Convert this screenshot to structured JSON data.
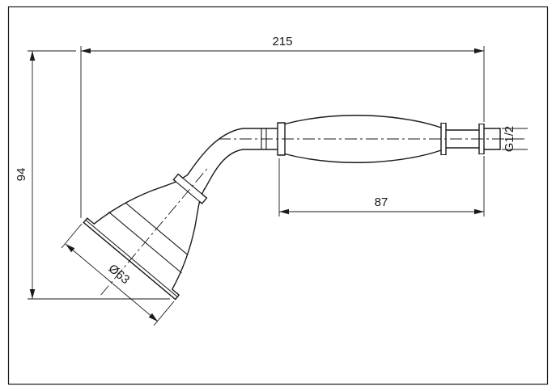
{
  "meta": {
    "title": "Hand shower technical drawing",
    "view": "side view",
    "colors": {
      "line": "#1a1a1a",
      "background": "#ffffff"
    }
  },
  "dimensions": {
    "overall_length": "215",
    "overall_height": "94",
    "handle_length": "87",
    "head_diameter": "Ø63",
    "thread_size": "G1/2"
  }
}
